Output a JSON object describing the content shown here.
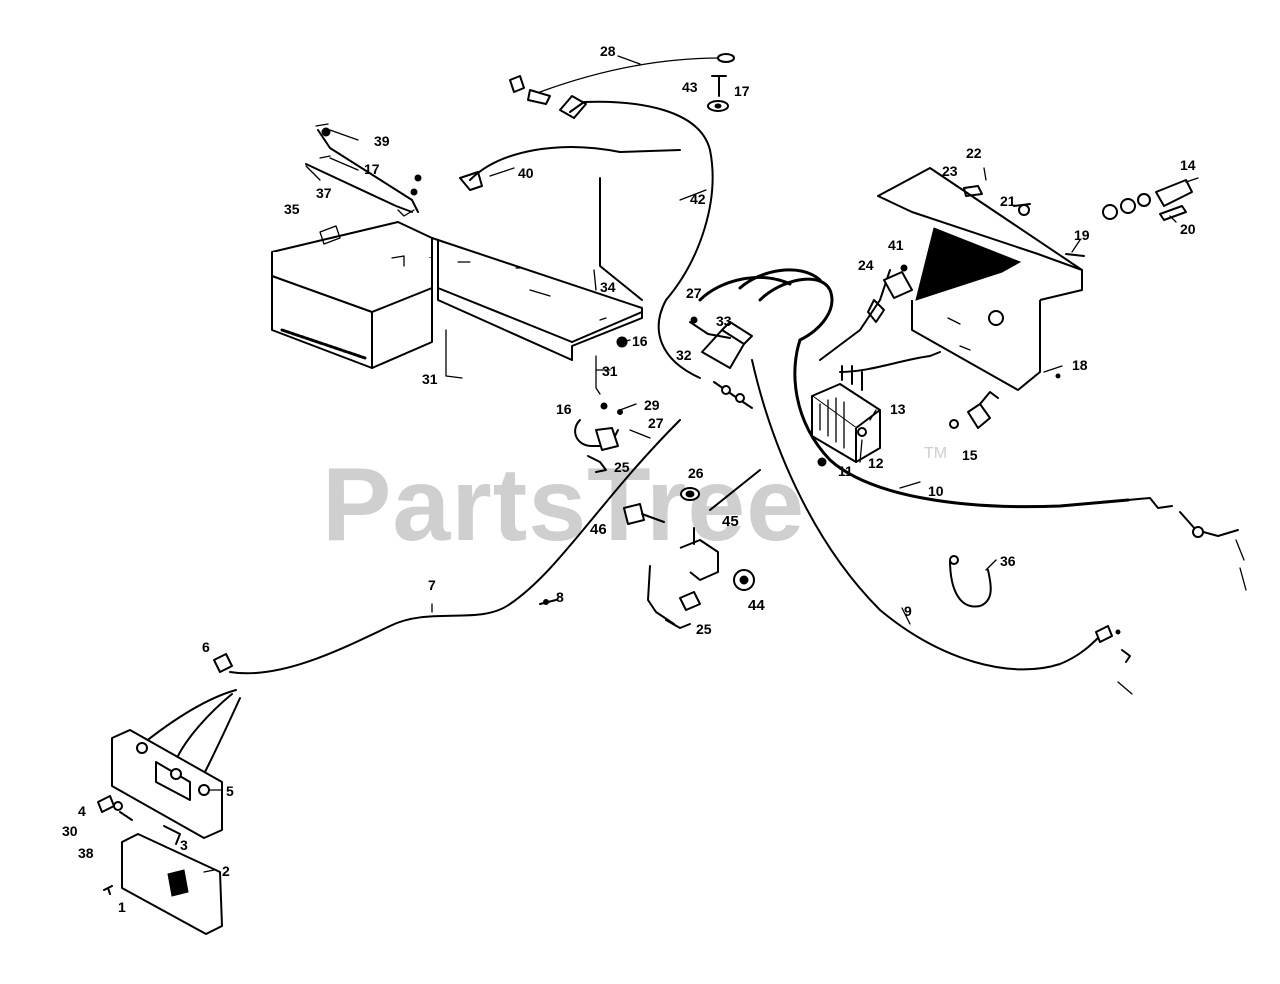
{
  "watermark": {
    "text": "PartsTree",
    "trademark": "TM"
  },
  "callouts": [
    {
      "id": "c28",
      "label": "28"
    },
    {
      "id": "c43",
      "label": "43"
    },
    {
      "id": "c17a",
      "label": "17"
    },
    {
      "id": "c39",
      "label": "39"
    },
    {
      "id": "c17b",
      "label": "17"
    },
    {
      "id": "c37",
      "label": "37"
    },
    {
      "id": "c40",
      "label": "40"
    },
    {
      "id": "c35",
      "label": "35"
    },
    {
      "id": "c42",
      "label": "42"
    },
    {
      "id": "c34",
      "label": "34"
    },
    {
      "id": "c27a",
      "label": "27"
    },
    {
      "id": "c33",
      "label": "33"
    },
    {
      "id": "c16a",
      "label": "16"
    },
    {
      "id": "c32",
      "label": "32"
    },
    {
      "id": "c31a",
      "label": "31"
    },
    {
      "id": "c31b",
      "label": "31"
    },
    {
      "id": "c16b",
      "label": "16"
    },
    {
      "id": "c29",
      "label": "29"
    },
    {
      "id": "c27b",
      "label": "27"
    },
    {
      "id": "c25a",
      "label": "25"
    },
    {
      "id": "c26",
      "label": "26"
    },
    {
      "id": "c46",
      "label": "46"
    },
    {
      "id": "c45",
      "label": "45"
    },
    {
      "id": "c44",
      "label": "44"
    },
    {
      "id": "c25b",
      "label": "25"
    },
    {
      "id": "c8",
      "label": "8"
    },
    {
      "id": "c7",
      "label": "7"
    },
    {
      "id": "c6",
      "label": "6"
    },
    {
      "id": "c5",
      "label": "5"
    },
    {
      "id": "c4",
      "label": "4"
    },
    {
      "id": "c30",
      "label": "30"
    },
    {
      "id": "c3",
      "label": "3"
    },
    {
      "id": "c38",
      "label": "38"
    },
    {
      "id": "c2",
      "label": "2"
    },
    {
      "id": "c1",
      "label": "1"
    },
    {
      "id": "c22",
      "label": "22"
    },
    {
      "id": "c23",
      "label": "23"
    },
    {
      "id": "c21",
      "label": "21"
    },
    {
      "id": "c14",
      "label": "14"
    },
    {
      "id": "c19",
      "label": "19"
    },
    {
      "id": "c20",
      "label": "20"
    },
    {
      "id": "c41",
      "label": "41"
    },
    {
      "id": "c24",
      "label": "24"
    },
    {
      "id": "c18",
      "label": "18"
    },
    {
      "id": "c13",
      "label": "13"
    },
    {
      "id": "c12",
      "label": "12"
    },
    {
      "id": "c11",
      "label": "11"
    },
    {
      "id": "c15",
      "label": "15"
    },
    {
      "id": "c10",
      "label": "10"
    },
    {
      "id": "c36",
      "label": "36"
    },
    {
      "id": "c9",
      "label": "9"
    }
  ]
}
